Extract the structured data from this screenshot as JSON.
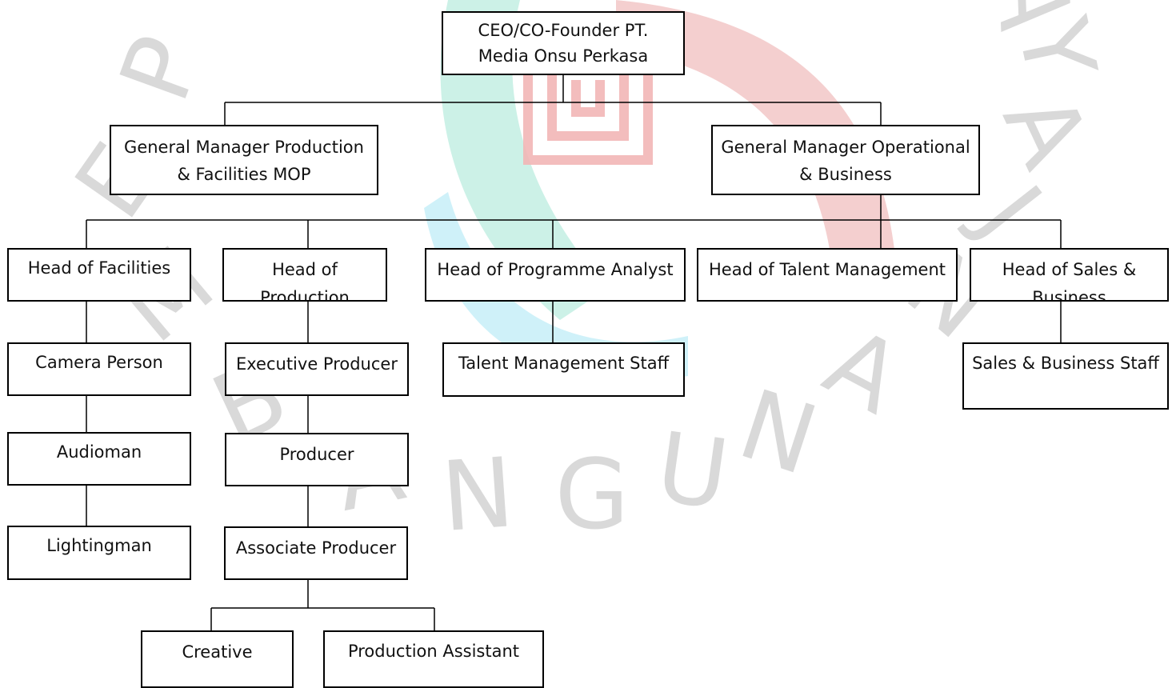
{
  "org_chart": {
    "ceo": "CEO/CO-Founder PT. Media Onsu Perkasa",
    "gm_production": "General Manager Production & Facilities MOP",
    "gm_operational": "General Manager Operational & Business",
    "head_facilities": "Head of Facilities",
    "head_production": "Head of Production",
    "head_programme": "Head of Programme Analyst",
    "head_talent": "Head of Talent Management",
    "head_sales": "Head of Sales & Business",
    "camera_person": "Camera Person",
    "audioman": "Audioman",
    "lightingman": "Lightingman",
    "executive_producer": "Executive Producer",
    "producer": "Producer",
    "associate_producer": "Associate Producer",
    "creative": "Creative",
    "production_assistant": "Production Assistant",
    "talent_staff": "Talent Management Staff",
    "sales_staff": "Sales & Business Staff"
  },
  "watermark": {
    "letters": [
      "P",
      "E",
      "M",
      "B",
      "A",
      "N",
      "G",
      "U",
      "N",
      "A",
      "N",
      "J",
      "A",
      "Y",
      "A"
    ],
    "colors": {
      "red": "#f2c7c7",
      "teal": "#c3efe3",
      "cyan": "#c7eef8",
      "letter": "#d9d9d9"
    }
  }
}
